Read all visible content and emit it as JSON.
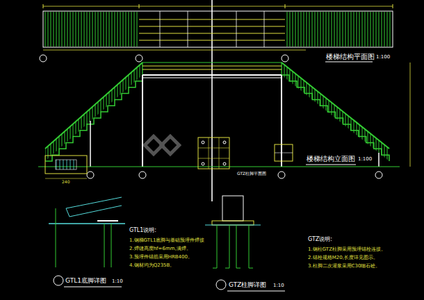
{
  "diagram": {
    "labels": [
      "楼梯结构平面图",
      "1:100",
      "楼梯结构立面图",
      "1:100",
      "GTL1底脚详图",
      "1:10",
      "GTZ柱脚详图",
      "1:10",
      "GTL1说明:",
      "1.钢梯GTL1底脚与基础预埋件焊接",
      "2.焊缝高度hf=6mm,满焊。",
      "3.预埋件锚筋采用HRB400。",
      "4.钢材均为Q235B。",
      "GTZ说明:",
      "1.钢柱GTZ柱脚采用预埋锚栓连接。",
      "2.锚栓规格M20,长度详见图示。",
      "3.柱脚二次灌浆采用C30细石砼。",
      "GTZ柱脚平面图",
      "240"
    ]
  }
}
